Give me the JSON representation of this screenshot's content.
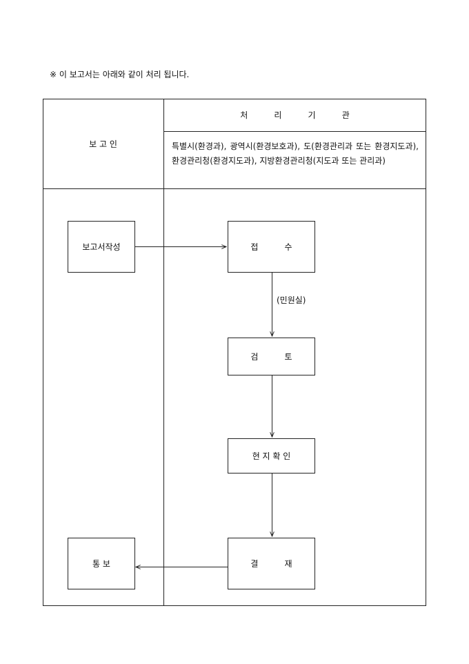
{
  "note": "※ 이 보고서는 아래와 같이 처리 됩니다.",
  "table": {
    "reporter_header": "보 고 인",
    "agency_header": "처          리          기          관",
    "agency_detail": "특별시(환경과), 광역시(환경보호과), 도(환경관리과 또는 환경지도과), 환경관리청(환경지도과), 지방환경관리청(지도과 또는 관리과)"
  },
  "flow": {
    "report_write": "보고서작성",
    "receive": "접          수",
    "civil_office": "(민원실)",
    "review": "검          토",
    "site_check": "현 지 확 인",
    "approve": "결          재",
    "notify": "통 보"
  }
}
